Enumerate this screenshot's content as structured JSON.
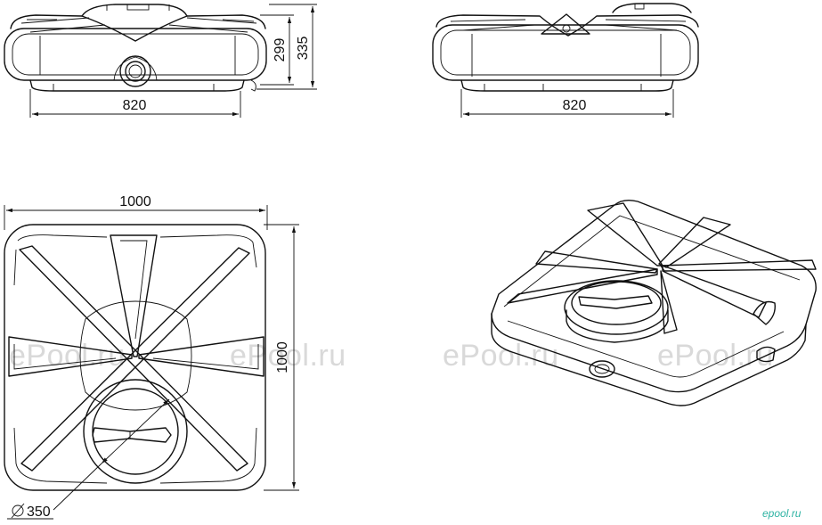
{
  "views": {
    "front": {
      "width_label": "820",
      "height_inner_label": "299",
      "height_outer_label": "335"
    },
    "side": {
      "width_label": "820"
    },
    "top": {
      "width_label": "1000",
      "depth_label": "1000",
      "hatch_label": "350"
    }
  },
  "watermarks": [
    "ePool.ru",
    "ePool.ru",
    "ePool.ru",
    "ePool.ru"
  ],
  "logo_text": "epool.ru",
  "colors": {
    "line": "#111111",
    "watermark": "#d9d9d9",
    "logo": "#2fb3a3"
  }
}
